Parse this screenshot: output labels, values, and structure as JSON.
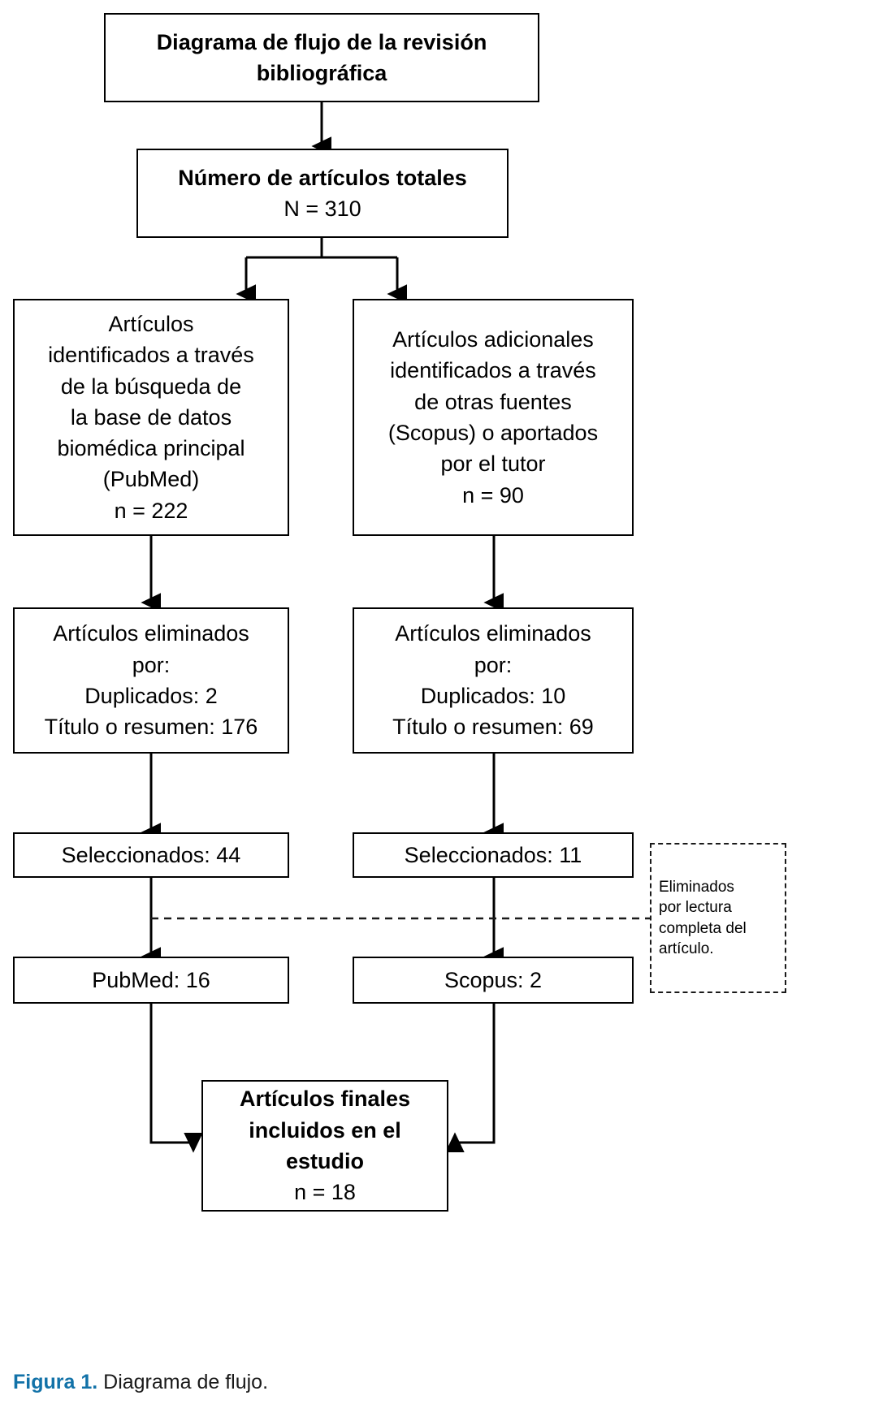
{
  "figure": {
    "label": "Figura 1.",
    "caption": " Diagrama de flujo."
  },
  "colors": {
    "stroke": "#000000",
    "caption_accent": "#1272a8",
    "background": "#ffffff"
  },
  "chart_data": {
    "type": "diagram",
    "title": "Diagrama de flujo de la revisión bibliográfica",
    "diagram_kind": "PRISMA-style literature review flow chart",
    "nodes": [
      {
        "id": "title",
        "label": "Diagrama de flujo de la revisión bibliográfica",
        "style": "solid-bold"
      },
      {
        "id": "total",
        "label": "Número de artículos totales",
        "value_label": "N = 310",
        "value": 310,
        "style": "solid-bold"
      },
      {
        "id": "pubmed_source",
        "label": "Artículos identificados a través de la búsqueda de la base de datos biomédica principal (PubMed)",
        "value_label": "n = 222",
        "value": 222,
        "style": "solid"
      },
      {
        "id": "other_source",
        "label": "Artículos adicionales identificados a través de otras fuentes (Scopus) o aportados por el tutor",
        "value_label": "n = 90",
        "value": 90,
        "style": "solid"
      },
      {
        "id": "excluded_left",
        "label": "Artículos eliminados por:",
        "duplicados": 2,
        "titulo_resumen": 176,
        "style": "solid"
      },
      {
        "id": "excluded_right",
        "label": "Artículos eliminados por:",
        "duplicados": 10,
        "titulo_resumen": 69,
        "style": "solid"
      },
      {
        "id": "selected_left",
        "label": "Seleccionados: 44",
        "value": 44,
        "style": "solid"
      },
      {
        "id": "selected_right",
        "label": "Seleccionados: 11",
        "value": 11,
        "style": "solid"
      },
      {
        "id": "fulltext_excluded",
        "label": "Eliminados por lectura completa del artículo.",
        "style": "dashed"
      },
      {
        "id": "pubmed_final",
        "label": "PubMed: 16",
        "value": 16,
        "style": "solid"
      },
      {
        "id": "scopus_final",
        "label": "Scopus: 2",
        "value": 2,
        "style": "solid"
      },
      {
        "id": "final",
        "label": "Artículos finales incluidos en el estudio",
        "value_label": "n = 18",
        "value": 18,
        "style": "solid-bold"
      }
    ],
    "edges": [
      {
        "from": "title",
        "to": "total",
        "style": "arrow"
      },
      {
        "from": "total",
        "to": "pubmed_source",
        "style": "arrow"
      },
      {
        "from": "total",
        "to": "other_source",
        "style": "arrow"
      },
      {
        "from": "pubmed_source",
        "to": "excluded_left",
        "style": "arrow"
      },
      {
        "from": "other_source",
        "to": "excluded_right",
        "style": "arrow"
      },
      {
        "from": "excluded_left",
        "to": "selected_left",
        "style": "arrow"
      },
      {
        "from": "excluded_right",
        "to": "selected_right",
        "style": "arrow"
      },
      {
        "from": "selected_left",
        "to": "pubmed_final",
        "style": "arrow"
      },
      {
        "from": "selected_right",
        "to": "scopus_final",
        "style": "arrow"
      },
      {
        "from": "fulltext_excluded",
        "to": "selected-branch",
        "style": "dashed-line"
      },
      {
        "from": "pubmed_final",
        "to": "final",
        "style": "elbow-arrow"
      },
      {
        "from": "scopus_final",
        "to": "final",
        "style": "elbow-arrow"
      }
    ]
  },
  "boxes": {
    "title": {
      "line1": "Diagrama de flujo de la revisión",
      "line2": "bibliográfica"
    },
    "total": {
      "line1": "Número de artículos totales",
      "line2": "N = 310"
    },
    "pubmed_source": {
      "line1": "Artículos",
      "line2": "identificados a través",
      "line3": "de la búsqueda de",
      "line4": "la base de datos",
      "line5": "biomédica principal",
      "line6": "(PubMed)",
      "line7": "n = 222"
    },
    "other_source": {
      "line1": "Artículos adicionales",
      "line2": "identificados a través",
      "line3": "de otras fuentes",
      "line4": "(Scopus) o aportados",
      "line5": "por el tutor",
      "line6": "n = 90"
    },
    "excluded_left": {
      "line1": "Artículos eliminados",
      "line2": "por:",
      "line3": "Duplicados: 2",
      "line4": "Título o resumen: 176"
    },
    "excluded_right": {
      "line1": "Artículos eliminados",
      "line2": "por:",
      "line3": "Duplicados: 10",
      "line4": "Título o resumen: 69"
    },
    "selected_left": {
      "line1": "Seleccionados: 44"
    },
    "selected_right": {
      "line1": "Seleccionados: 11"
    },
    "fulltext_excluded": {
      "line1": "Eliminados",
      "line2": "por lectura",
      "line3": "completa del",
      "line4": "artículo."
    },
    "pubmed_final": {
      "line1": "PubMed: 16"
    },
    "scopus_final": {
      "line1": "Scopus: 2"
    },
    "final": {
      "line1": "Artículos finales",
      "line2": "incluidos en el",
      "line3": "estudio",
      "line4": "n = 18"
    }
  }
}
